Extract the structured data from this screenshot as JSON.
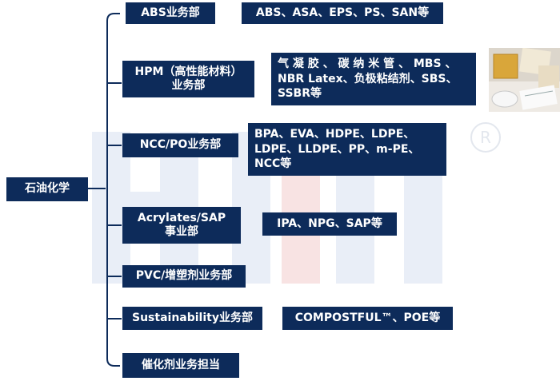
{
  "root": {
    "label": "石油化学"
  },
  "divisions": [
    {
      "label": "ABS业务部",
      "detail": "ABS、ASA、EPS、PS、SAN等"
    },
    {
      "label": "HPM（高性能材料）\n业务部",
      "detail": "气 凝 胶 、 碳 纳 米 管 、 MBS 、\nNBR Latex、负极粘结剂、SBS、\nSSBR等"
    },
    {
      "label": "NCC/PO业务部",
      "detail": "BPA、EVA、HDPE、LDPE、\nLDPE、LLDPE、PP、m-PE、\nNCC等"
    },
    {
      "label": "Acrylates/SAP\n事业部",
      "detail": "IPA、NPG、SAP等"
    },
    {
      "label": "PVC/增塑剂业务部"
    },
    {
      "label": "Sustainability业务部",
      "detail": "COMPOSTFUL™、POE等"
    },
    {
      "label": "催化剂业务担当"
    }
  ],
  "colors": {
    "box": "#0d2b5a",
    "bracket": "#0d2b5a",
    "watermark": "#e9eef7",
    "watermark_accent": "#f8e3e3"
  },
  "icons": {
    "registered": "registered-mark-icon",
    "photo": "material-samples-photo"
  }
}
